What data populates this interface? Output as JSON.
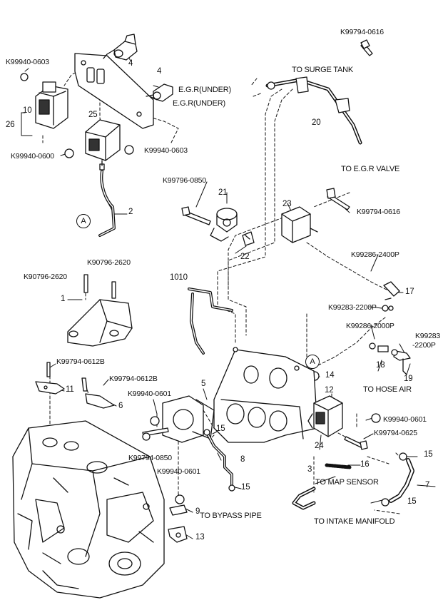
{
  "part_numbers": [
    {
      "id": "p1",
      "text": "4"
    },
    {
      "id": "p2",
      "text": "4"
    },
    {
      "id": "p3",
      "text": "10"
    },
    {
      "id": "p4",
      "text": "25"
    },
    {
      "id": "p5",
      "text": "26"
    },
    {
      "id": "p6",
      "text": "20"
    },
    {
      "id": "p7",
      "text": "21"
    },
    {
      "id": "p8",
      "text": "2"
    },
    {
      "id": "p9",
      "text": "22"
    },
    {
      "id": "p10",
      "text": "23"
    },
    {
      "id": "p11",
      "text": "1010"
    },
    {
      "id": "p12",
      "text": "1"
    },
    {
      "id": "p13",
      "text": "17"
    },
    {
      "id": "p14",
      "text": "18"
    },
    {
      "id": "p15",
      "text": "19"
    },
    {
      "id": "p16",
      "text": "11"
    },
    {
      "id": "p17",
      "text": "6"
    },
    {
      "id": "p18",
      "text": "5"
    },
    {
      "id": "p19",
      "text": "14"
    },
    {
      "id": "p20",
      "text": "12"
    },
    {
      "id": "p21",
      "text": "15"
    },
    {
      "id": "p22",
      "text": "8"
    },
    {
      "id": "p23",
      "text": "24"
    },
    {
      "id": "p24",
      "text": "15"
    },
    {
      "id": "p25",
      "text": "3"
    },
    {
      "id": "p26",
      "text": "16"
    },
    {
      "id": "p27",
      "text": "7"
    },
    {
      "id": "p28",
      "text": "15"
    },
    {
      "id": "p29",
      "text": "15"
    },
    {
      "id": "p30",
      "text": "9"
    },
    {
      "id": "p31",
      "text": "13"
    }
  ],
  "ref_codes": [
    {
      "id": "r1",
      "text": "K99794-0616"
    },
    {
      "id": "r2",
      "text": "K99940-0603"
    },
    {
      "id": "r3",
      "text": "K99940-0600"
    },
    {
      "id": "r4",
      "text": "K99940-0603"
    },
    {
      "id": "r5",
      "text": "K99796-0850"
    },
    {
      "id": "r6",
      "text": "K99794-0616"
    },
    {
      "id": "r7",
      "text": "K90796-2620"
    },
    {
      "id": "r8",
      "text": "K90796-2620"
    },
    {
      "id": "r9",
      "text": "K99286-2400P"
    },
    {
      "id": "r10",
      "text": "K99283-2200P"
    },
    {
      "id": "r11",
      "text": "K99286-2000P"
    },
    {
      "id": "r12",
      "text": "K99283"
    },
    {
      "id": "r13",
      "text": "-2200P"
    },
    {
      "id": "r14",
      "text": "K99794-0612B"
    },
    {
      "id": "r15",
      "text": "K99794-0612B"
    },
    {
      "id": "r16",
      "text": "K99940-0601"
    },
    {
      "id": "r17",
      "text": "K99940-0601"
    },
    {
      "id": "r18",
      "text": "K99794-0625"
    },
    {
      "id": "r19",
      "text": "K99794-0850"
    },
    {
      "id": "r20",
      "text": "K99940-0601"
    }
  ],
  "destinations": [
    {
      "id": "d1",
      "text": "TO SURGE TANK"
    },
    {
      "id": "d2",
      "text": "E.G.R(UNDER)"
    },
    {
      "id": "d3",
      "text": "E.G.R(UNDER)"
    },
    {
      "id": "d4",
      "text": "TO E.G.R VALVE"
    },
    {
      "id": "d5",
      "text": "TO HOSE AIR"
    },
    {
      "id": "d6",
      "text": "TO MAP SENSOR"
    },
    {
      "id": "d7",
      "text": "TO BYPASS PIPE"
    },
    {
      "id": "d8",
      "text": "TO INTAKE MANIFOLD"
    }
  ],
  "connectors": [
    {
      "id": "c1",
      "text": "A"
    },
    {
      "id": "c2",
      "text": "A"
    }
  ]
}
